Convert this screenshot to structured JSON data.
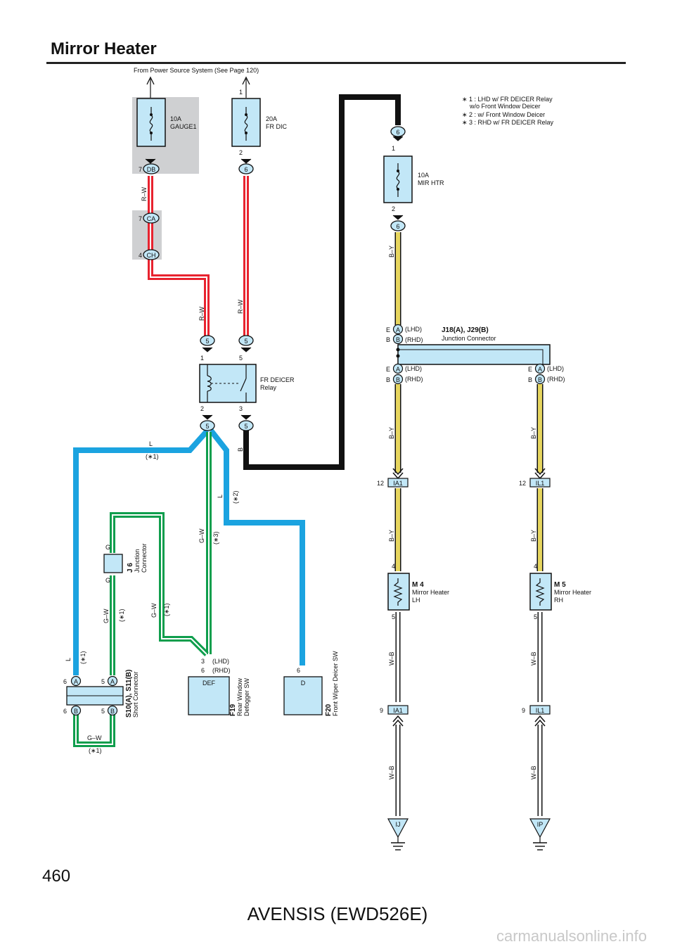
{
  "title": "Mirror Heater",
  "source_text": "From Power Source System (See Page 120)",
  "page_number": "460",
  "model": "AVENSIS (EWD526E)",
  "watermark": "carmanualsonline.info",
  "notes": [
    "∗ 1 : LHD w/ FR DEICER Relay",
    "w/o Front Window Deicer",
    "∗ 2 : w/ Front Window Deicer",
    "∗ 3 : RHD w/ FR DEICER Relay"
  ],
  "fuses": {
    "gauge": {
      "amp": "10A",
      "name": "GAUGE1"
    },
    "frdic": {
      "amp": "20A",
      "name": "FR DIC"
    },
    "mirhtr": {
      "amp": "10A",
      "name": "MIR HTR"
    }
  },
  "connectors": {
    "db": "DB",
    "ca": "CA",
    "ch": "CH",
    "six": "6",
    "five": "5",
    "ia1": "IA1",
    "il1": "IL1",
    "a": "A",
    "b": "B",
    "ij": "IJ",
    "ip": "IP"
  },
  "pins": {
    "p1": "1",
    "p2": "2",
    "p3": "3",
    "p4": "4",
    "p5": "5",
    "p6": "6",
    "p7": "7",
    "p9": "9",
    "p12": "12",
    "e": "E",
    "g": "G"
  },
  "relay": {
    "line1": "FR DEICER",
    "line2": "Relay"
  },
  "junction_connector": {
    "code": "J18(A), J29(B)",
    "name": "Junction Connector"
  },
  "variants": {
    "lhd": "(LHD)",
    "rhd": "(RHD)",
    "n1": "(∗1)",
    "n2": "(∗2)",
    "n3": "(∗3)"
  },
  "wires": {
    "rw": "R–W",
    "by": "B–Y",
    "wb": "W–B",
    "gw": "G–W",
    "l": "L",
    "b": "B"
  },
  "components": {
    "m4": {
      "code": "M 4",
      "line1": "Mirror Heater",
      "line2": "LH"
    },
    "m5": {
      "code": "M 5",
      "line1": "Mirror Heater",
      "line2": "RH"
    },
    "j6": {
      "code": "J 6",
      "line1": "Junction",
      "line2": "Connector"
    },
    "s10": {
      "code": "S10(A), S11(B)",
      "name": "Short Connector"
    },
    "f19": {
      "code": "F19",
      "line1": "Rear Window",
      "line2": "Defogger SW",
      "terminal": "DEF"
    },
    "f20": {
      "code": "F20",
      "name": "Front Wiper Deicer SW",
      "terminal": "D"
    }
  },
  "colors": {
    "red": "#e8232f",
    "green": "#0f9e4d",
    "blue": "#1ba3e0",
    "yellow": "#e7d65f",
    "black": "#111111",
    "box": "#c2e7f7",
    "shade": "#cfd0d2"
  }
}
